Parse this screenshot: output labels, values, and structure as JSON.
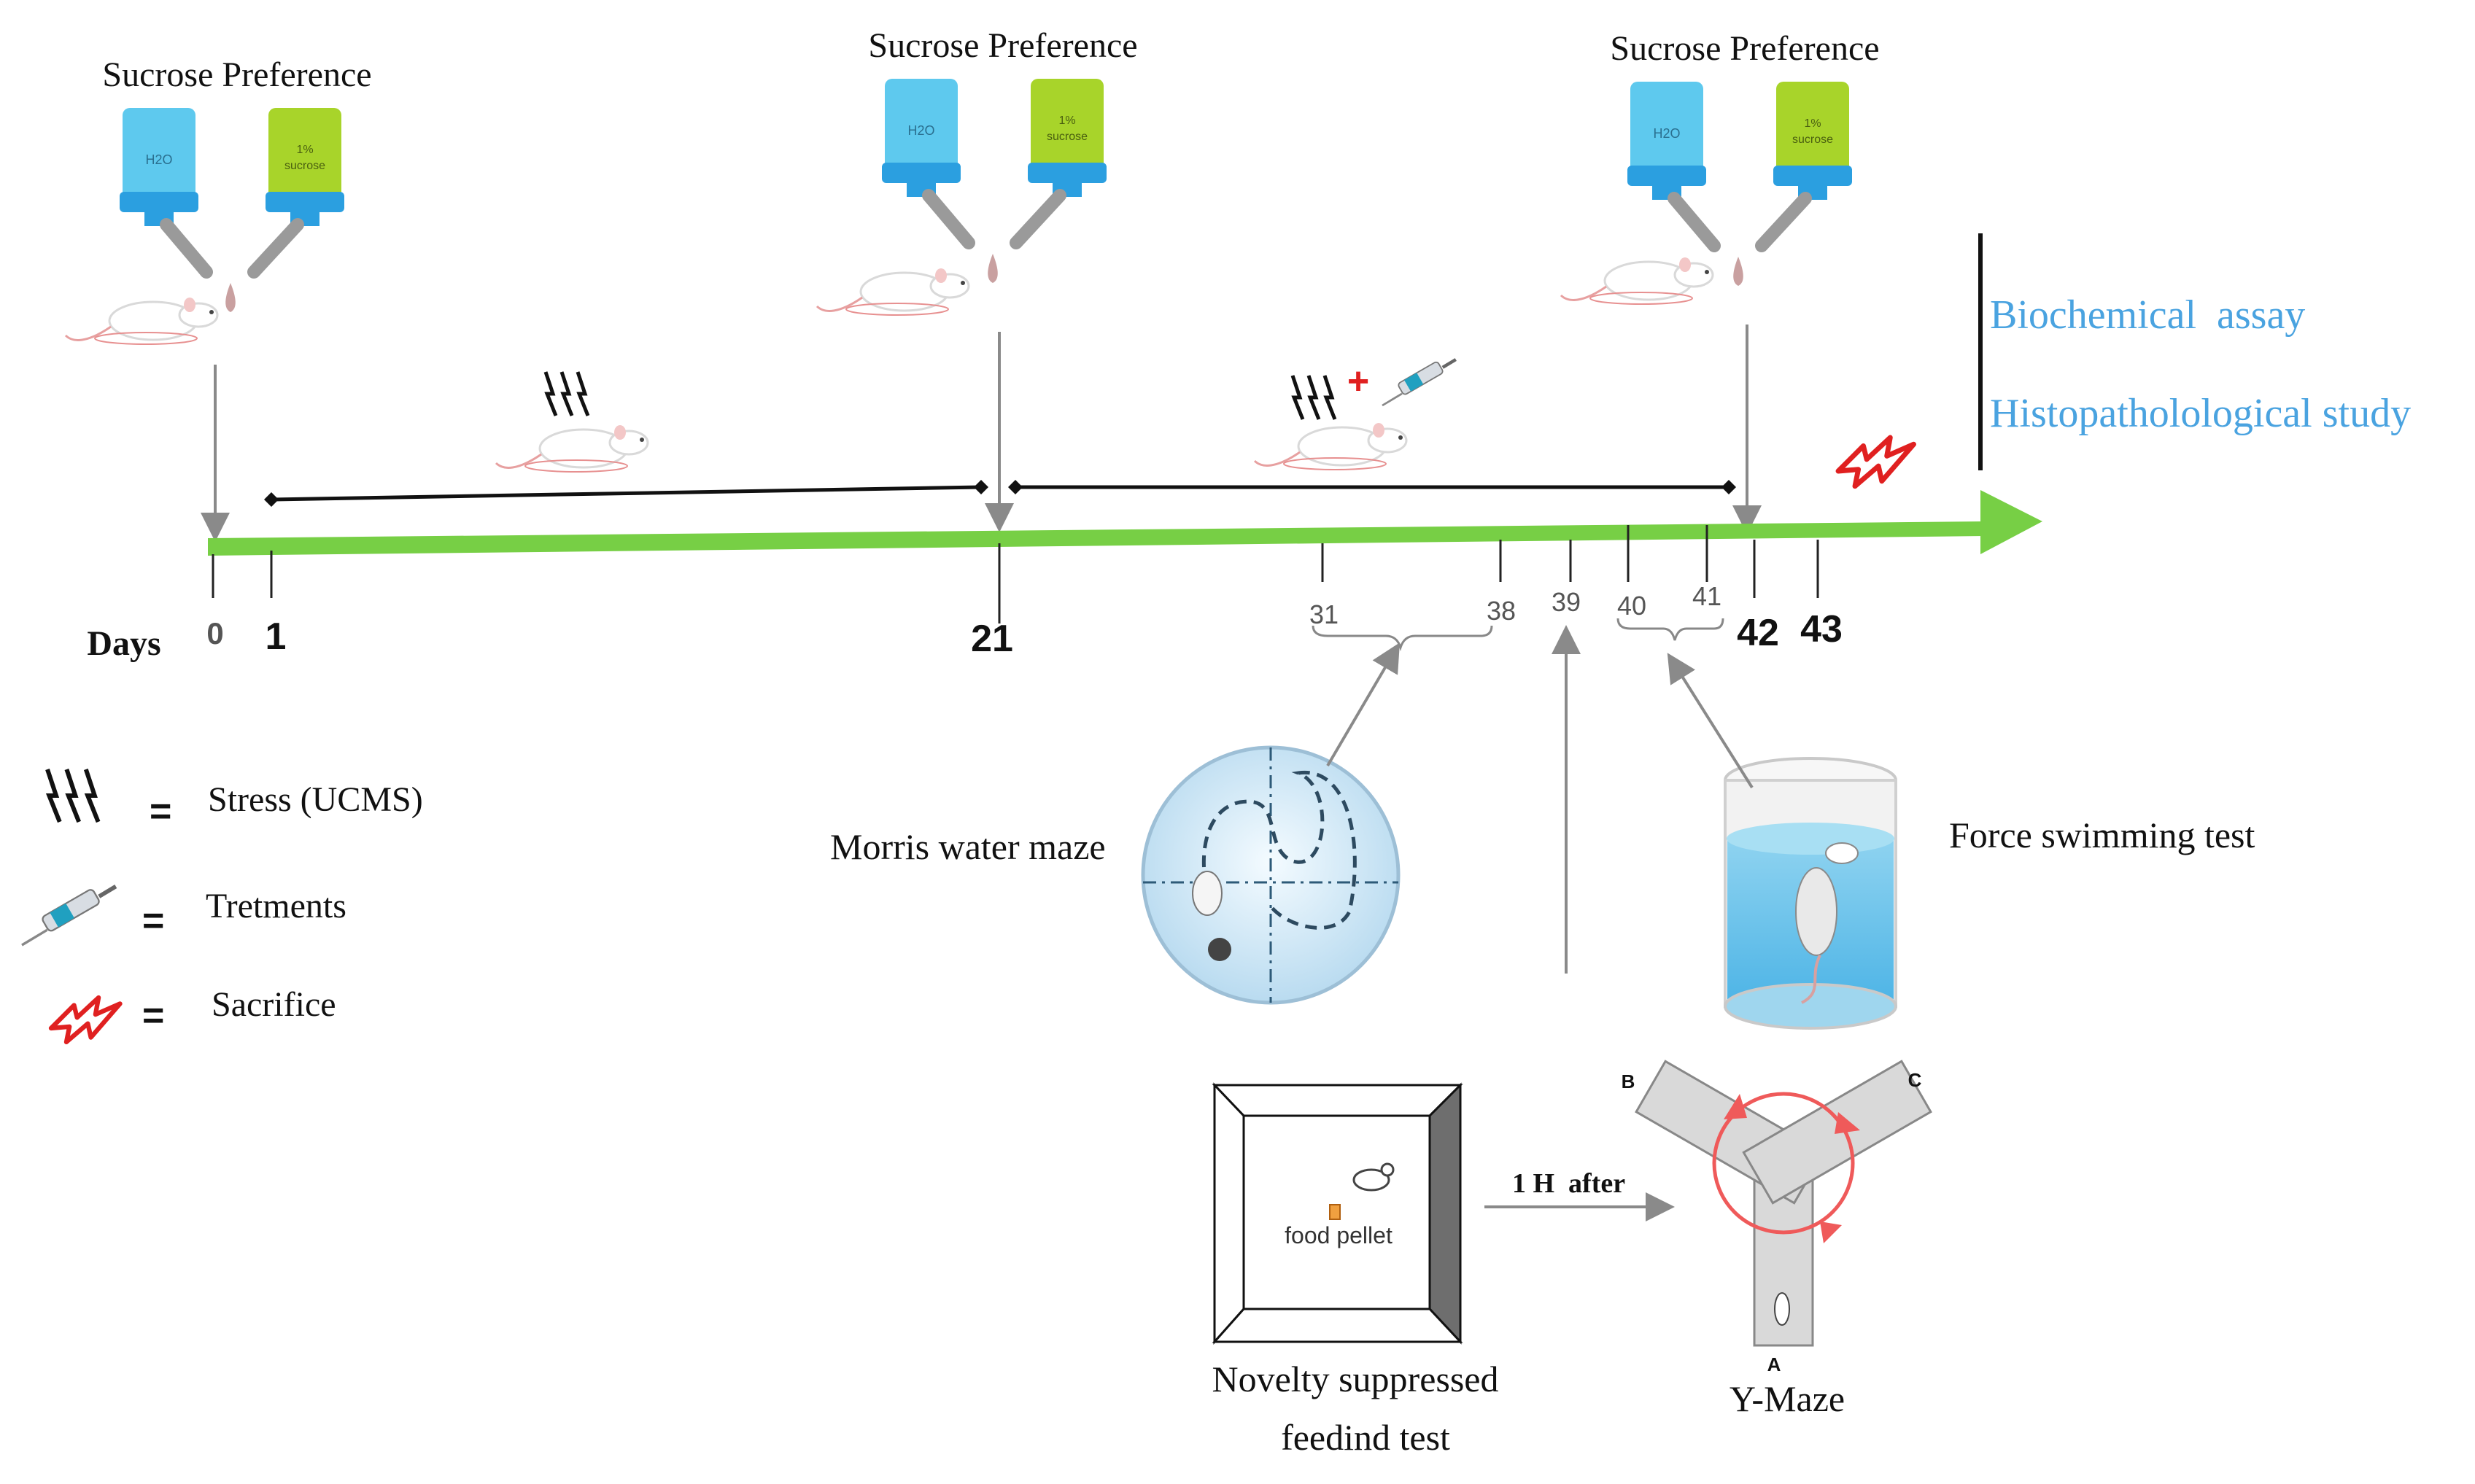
{
  "sucrose": {
    "label": "Sucrose Preference",
    "bottle_water": "H2O",
    "bottle_sucrose_line1": "1%",
    "bottle_sucrose_line2": "sucrose"
  },
  "timeline": {
    "days_label": "Days",
    "major_days": [
      "0",
      "1",
      "21",
      "42",
      "43"
    ],
    "minor_days": [
      "31",
      "38",
      "39",
      "40",
      "41"
    ]
  },
  "endpoints": {
    "biochemical": "Biochemical  assay",
    "histo": "Histopatholological study"
  },
  "legend": {
    "stress": "Stress (UCMS)",
    "treatments": "Tretments",
    "sacrifice": "Sacrifice",
    "equals": "="
  },
  "tests": {
    "morris": "Morris water maze",
    "forced_swim": "Force swimming test",
    "novelty_line1": "Novelty suppressed",
    "novelty_line2": "feedind test",
    "food_pellet": "food pellet",
    "one_hour_after": "1 H  after",
    "ymaze": "Y-Maze",
    "ymaze_arm_a": "A",
    "ymaze_arm_b": "B",
    "ymaze_arm_c": "C"
  },
  "colors": {
    "timeline_green": "#77cf45",
    "label_blue": "#4aa3e0",
    "sacrifice_red": "#e02020",
    "bottle_water": "#5ec9ee",
    "bottle_sucrose": "#a8d42a"
  }
}
